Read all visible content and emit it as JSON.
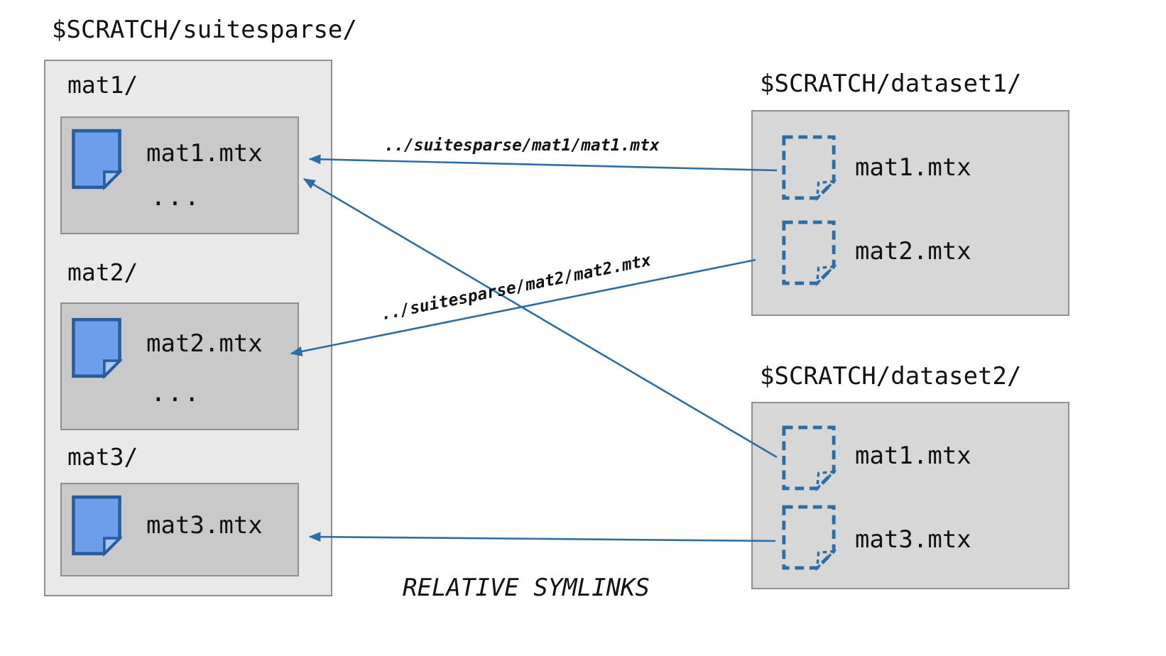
{
  "suitesparse": {
    "title": "$SCRATCH/suitesparse/",
    "folders": {
      "mat1": {
        "label": "mat1/",
        "file": "mat1.mtx",
        "more": "..."
      },
      "mat2": {
        "label": "mat2/",
        "file": "mat2.mtx",
        "more": "..."
      },
      "mat3": {
        "label": "mat3/",
        "file": "mat3.mtx"
      }
    }
  },
  "dataset1": {
    "title": "$SCRATCH/dataset1/",
    "files": {
      "f1": "mat1.mtx",
      "f2": "mat2.mtx"
    }
  },
  "dataset2": {
    "title": "$SCRATCH/dataset2/",
    "files": {
      "f1": "mat1.mtx",
      "f2": "mat3.mtx"
    }
  },
  "symlinks": {
    "label_mat1": "../suitesparse/mat1/mat1.mtx",
    "label_mat2": "../suitesparse/mat2/mat2.mtx"
  },
  "caption": "RELATIVE SYMLINKS",
  "colors": {
    "arrow": "#2e6da4",
    "icon_fill": "#6d9eeb",
    "icon_fold": "#a8c7f0",
    "icon_stroke": "#2a5b9c",
    "outer_box_bg": "#e9e9e9",
    "inner_box_bg": "#c9c9c9",
    "dataset_box_bg": "#d7d7d7",
    "box_border": "#8f8f8f"
  }
}
